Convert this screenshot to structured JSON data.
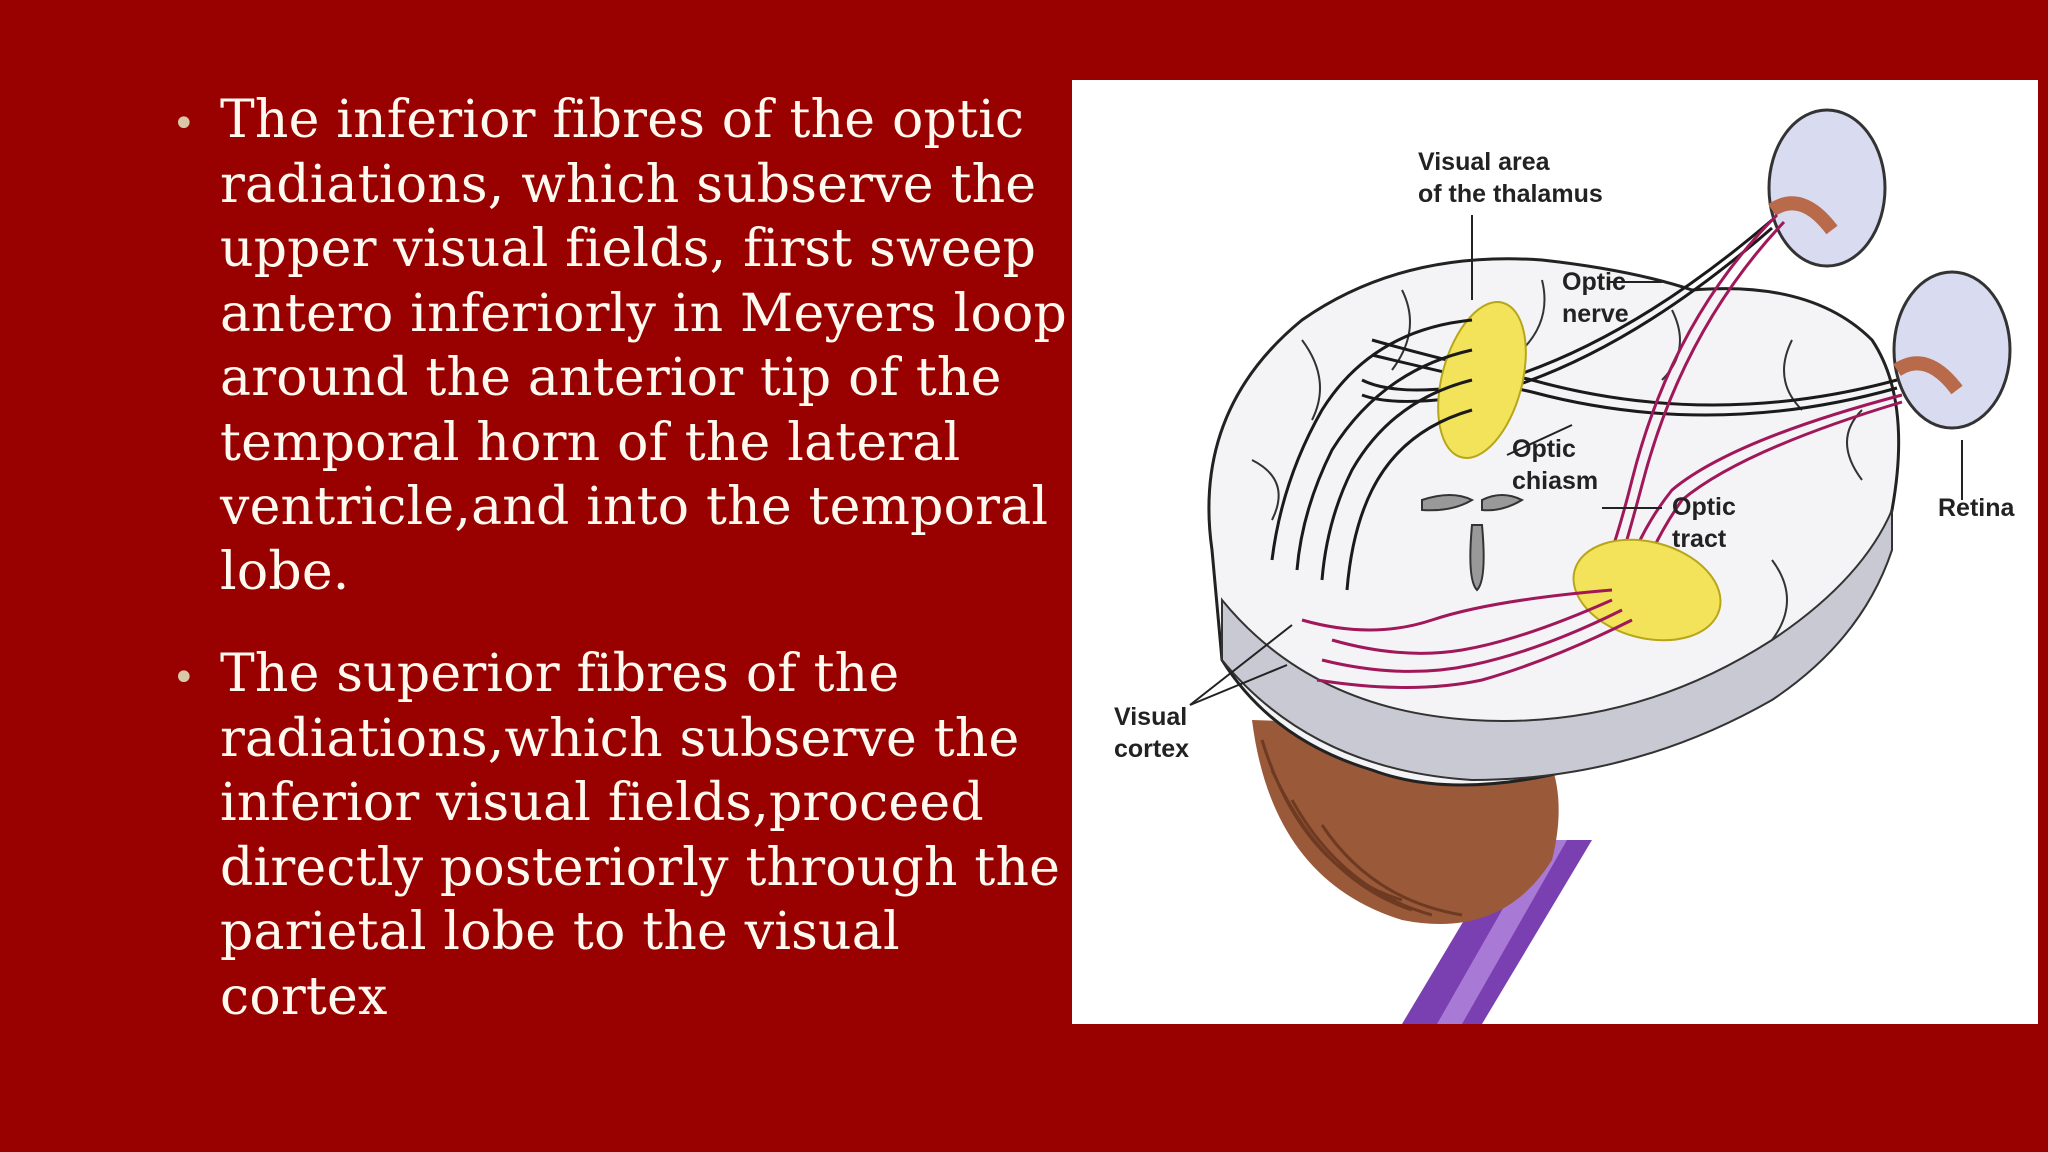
{
  "bullets": [
    {
      "text": "The inferior fibres of the optic\nradiations, which subserve  the\nupper visual fields, first sweep\nantero inferiorly in Meyers loop\naround the anterior tip of the\ntemporal horn of the lateral\nventricle,and into the temporal\nlobe."
    },
    {
      "text": "The superior fibres of the\nradiations,which subserve the\ninferior visual fields,proceed\ndirectly posteriorly through the\nparietal lobe to the visual cortex"
    }
  ],
  "diagram": {
    "labels": {
      "thalamus_line1": "Visual area",
      "thalamus_line2": "of the thalamus",
      "optic_nerve_line1": "Optic",
      "optic_nerve_line2": "nerve",
      "optic_chiasm_line1": "Optic",
      "optic_chiasm_line2": "chiasm",
      "optic_tract_line1": "Optic",
      "optic_tract_line2": "tract",
      "retina": "Retina",
      "visual_cortex_line1": "Visual",
      "visual_cortex_line2": "cortex"
    }
  },
  "colors": {
    "background": "#990000",
    "text": "#fffaf0",
    "bullet": "#d9c7a8",
    "fibre_black": "#1a1a1a",
    "fibre_magenta": "#a0185a",
    "nucleus_yellow": "#f2e35a",
    "brainstem_purple": "#7a3fb0"
  }
}
